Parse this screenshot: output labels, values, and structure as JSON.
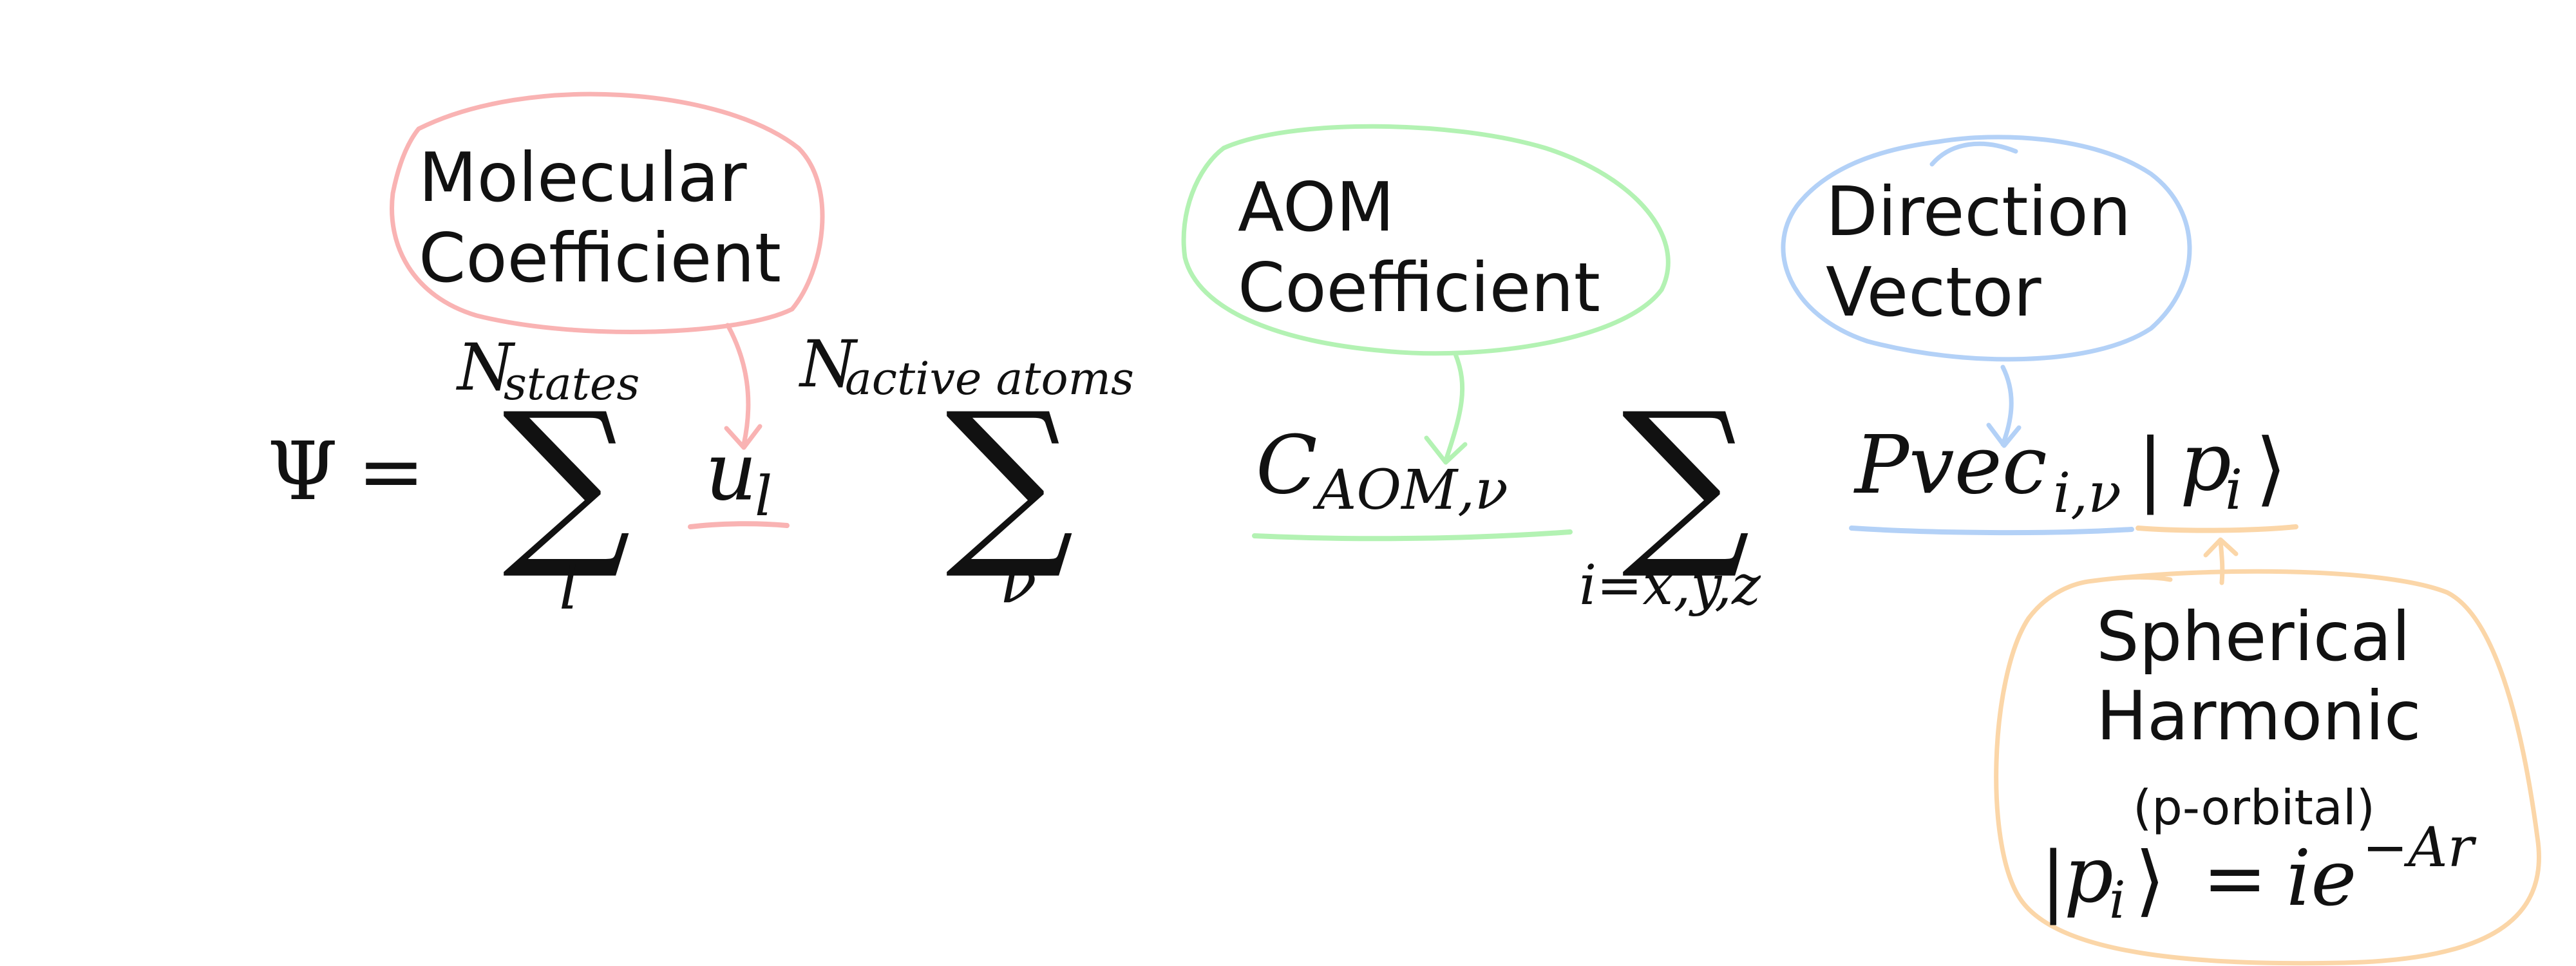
{
  "equation": {
    "psi": "Ψ",
    "equals": "=",
    "sum_symbol": "∑",
    "sum1": {
      "upper": "N",
      "upper_sub": "states",
      "lower": "l"
    },
    "u": "u",
    "u_sub": "l",
    "sum2": {
      "upper": "N",
      "upper_sub": "active atoms",
      "lower": "ν"
    },
    "C": "C",
    "C_sub": "AOM,ν",
    "sum3": {
      "lower": "i=x,y,z"
    },
    "Pvec": "Pvec",
    "Pvec_sub": "i,ν",
    "ket_open": "|",
    "ket_p": "p",
    "ket_sub": "i",
    "ket_close": "⟩"
  },
  "annotations": [
    {
      "id": "molecular",
      "lines": [
        "Molecular",
        "Coefficient"
      ],
      "color": "#f9b3b3"
    },
    {
      "id": "aom",
      "lines": [
        "AOM",
        "Coefficient"
      ],
      "color": "#b3f2b3"
    },
    {
      "id": "direction",
      "lines": [
        "Direction",
        "Vector"
      ],
      "color": "#b3d1f7"
    },
    {
      "id": "spherical",
      "lines": [
        "Spherical",
        "Harmonic"
      ],
      "note": "(p-orbital)",
      "color": "#fbd6a8",
      "formula": {
        "ket_open": "|",
        "p": "p",
        "sub": "i",
        "ket_close": "⟩",
        "equals": "=",
        "rhs": "ie",
        "exp": "−Ar"
      }
    }
  ]
}
